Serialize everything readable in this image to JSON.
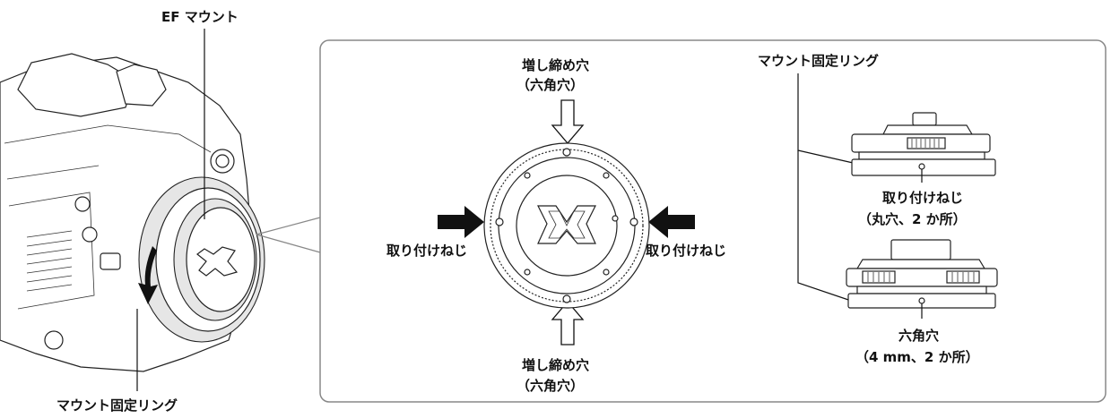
{
  "labels": {
    "ef_mount": "EF マウント",
    "ring_bottom_left": "マウント固定リング",
    "ring_top_right": "マウント固定リング",
    "hole_top_line1": "増し締め穴",
    "hole_top_line2": "（六角穴）",
    "hole_bottom_line1": "増し締め穴",
    "hole_bottom_line2": "（六角穴）",
    "screw_left": "取り付けねじ",
    "screw_right": "取り付けねじ",
    "side_screw_line1": "取り付けねじ",
    "side_screw_line2": "（丸穴、2 か所）",
    "side_hex_line1": "六角穴",
    "side_hex_line2": "（4 mm、2 か所）"
  },
  "colors": {
    "line": "#111111",
    "panel_border": "#888888",
    "part_fill": "#e6e6e6",
    "arrow_fill": "#111111"
  },
  "icons": {
    "mount_logo": "mount-logo-icon",
    "arrow": "filled-arrow-icon",
    "hollow_arrow": "hollow-arrow-icon"
  }
}
